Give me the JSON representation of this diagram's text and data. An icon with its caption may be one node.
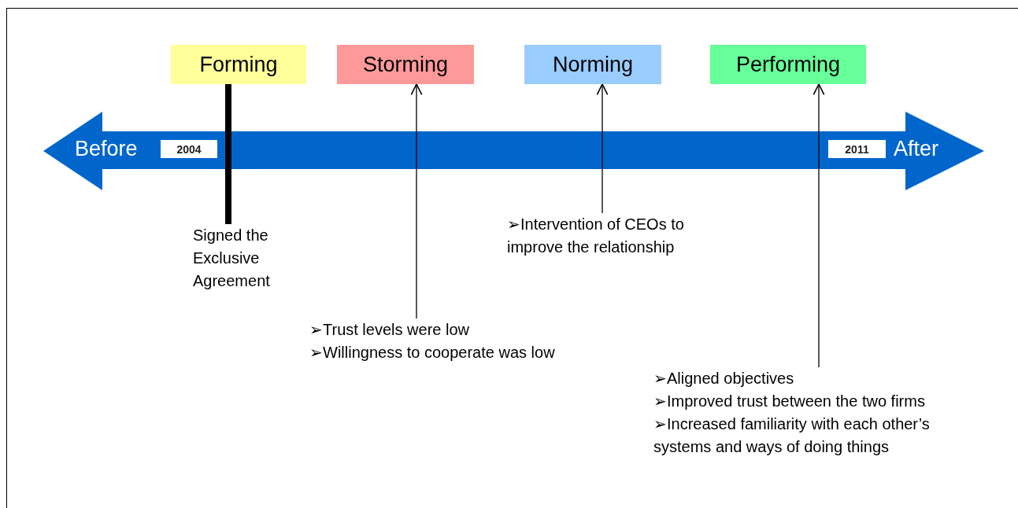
{
  "diagram": {
    "nodes": [
      {
        "text": [
          "Forming"
        ]
      },
      {
        "text": [
          "Storming"
        ]
      },
      {
        "text": [
          "Norming"
        ]
      },
      {
        "text": [
          "Performing"
        ]
      },
      {
        "text": [
          "Before",
          "After"
        ]
      },
      {
        "text": [
          "2004"
        ],
        "in": 4
      },
      {
        "text": [
          "2011"
        ],
        "in": 4
      },
      {
        "text": [
          "Signed the Exclusive Agreement"
        ]
      },
      {
        "text": [
          "➢Intervention of CEOs to improve the relationship"
        ]
      },
      {
        "text": [
          "➢Trust levels were low",
          "➢Willingness to cooperate was low"
        ]
      },
      {
        "text": [
          "➢Aligned objectives",
          "➢Improved trust between the two firms",
          "➢Increased familiarity with each other’s systems and ways of doing things"
        ]
      }
    ],
    "edges": [
      {
        "from": 0,
        "to": 7,
        "arrow": "none",
        "style": "thick"
      },
      {
        "from": 9,
        "to": 1,
        "arrow": "to"
      },
      {
        "from": 8,
        "to": 2,
        "arrow": "to"
      },
      {
        "from": 10,
        "to": 3,
        "arrow": "to"
      }
    ]
  }
}
